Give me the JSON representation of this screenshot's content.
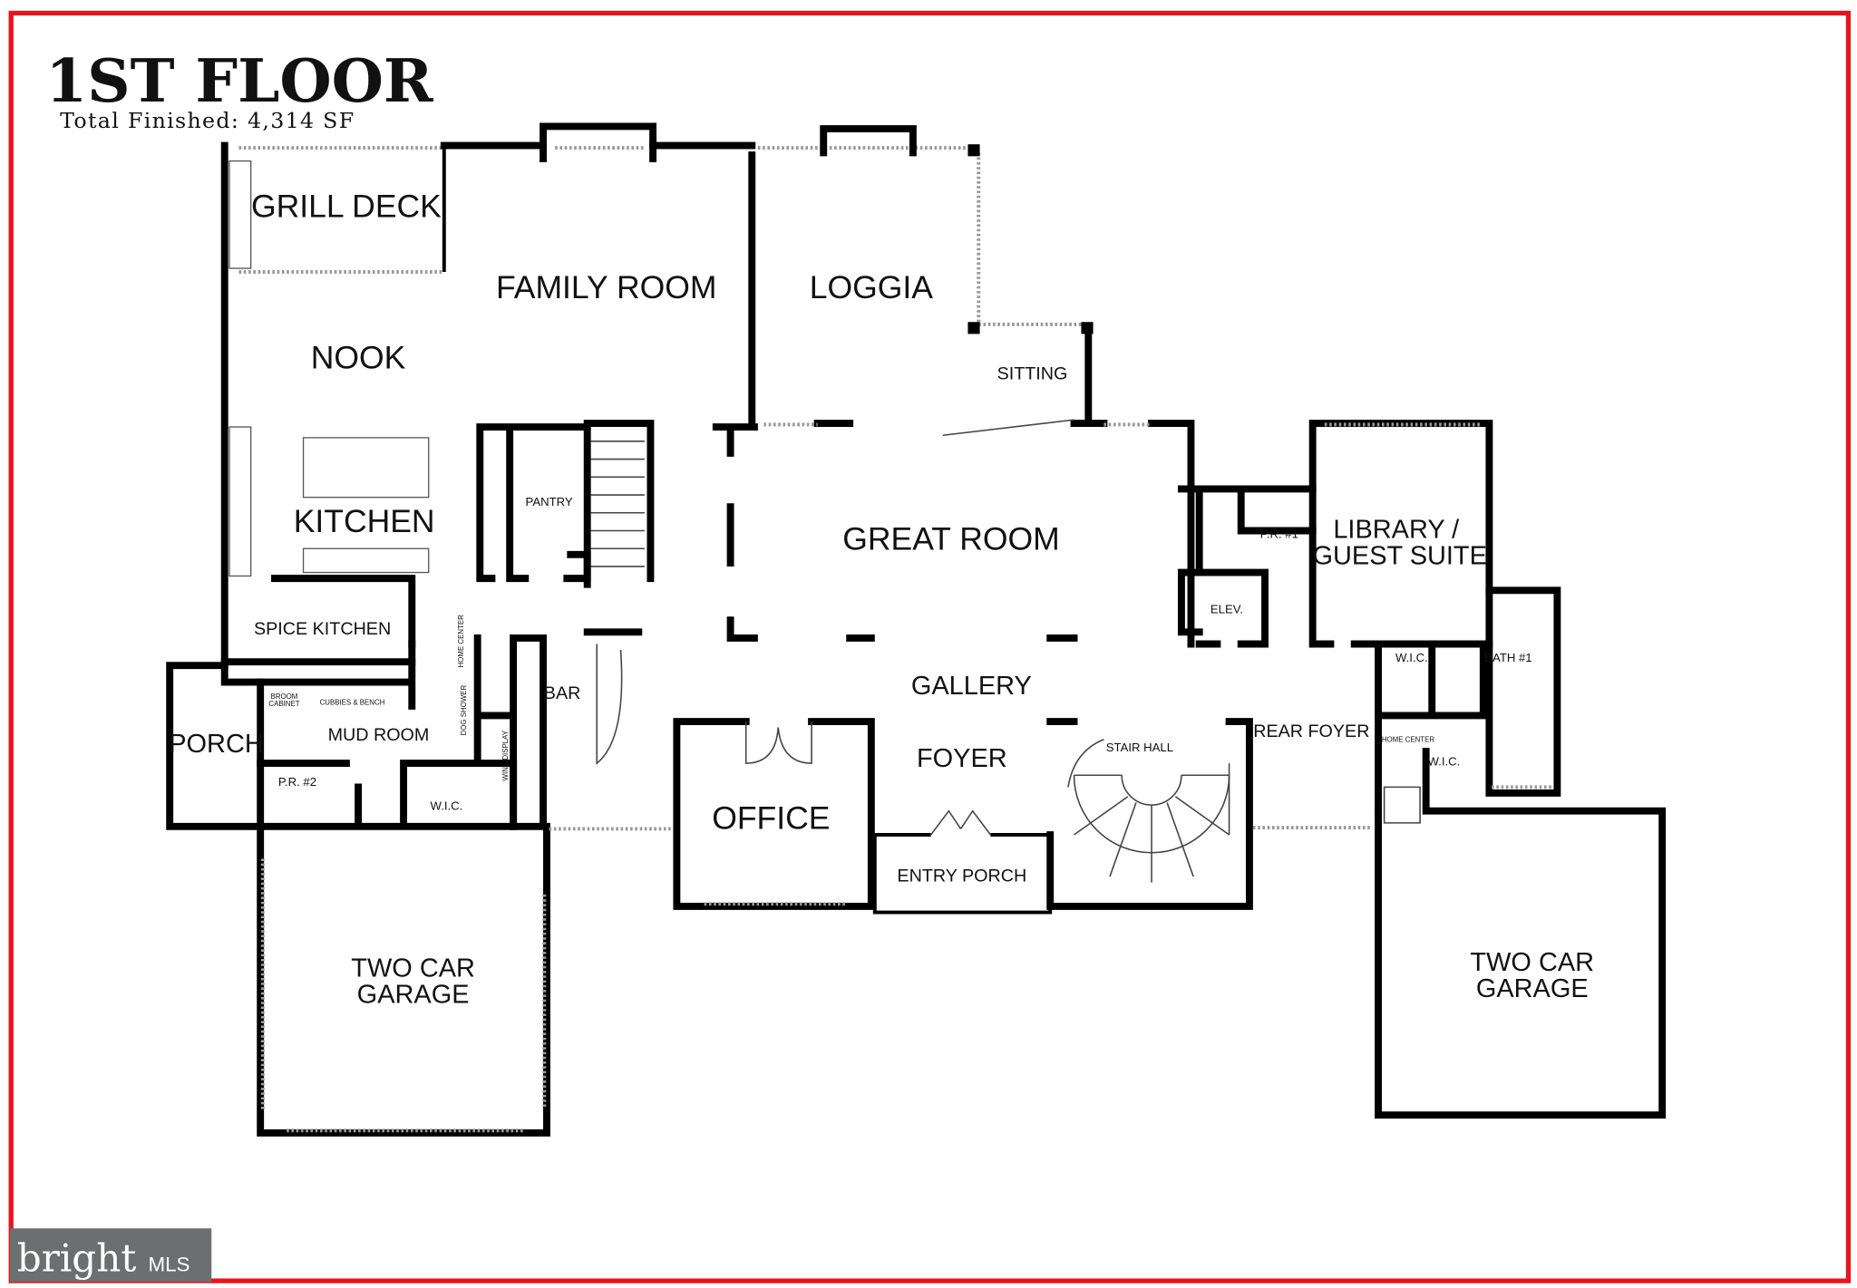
{
  "header": {
    "title": "1ST FLOOR",
    "subtitle": "Total Finished: 4,314 SF"
  },
  "rooms": [
    "GRILL DECK",
    "FAMILY ROOM",
    "LOGGIA",
    "NOOK",
    "SITTING",
    "KITCHEN",
    "PANTRY",
    "GREAT ROOM",
    "P.R. #1",
    "LIBRARY /",
    "GUEST SUITE",
    "ELEV.",
    "SPICE KITCHEN",
    "W.I.C.",
    "BATH #1",
    "GALLERY",
    "BAR",
    "PORCH",
    "MUD ROOM",
    "REAR FOYER",
    "FOYER",
    "STAIR HALL",
    "OFFICE",
    "P.R. #2",
    "W.I.C.",
    "W.I.C.",
    "ENTRY PORCH",
    "TWO CAR",
    "GARAGE",
    "TWO CAR",
    "GARAGE"
  ],
  "small_labels": [
    "BROOM",
    "CABINET",
    "CUBBIES & BENCH",
    "HOME CENTER",
    "DOG SHOWER",
    "WINE DISPLAY",
    "HOME CENTER"
  ],
  "logo": {
    "brand": "bright",
    "suffix": "MLS"
  },
  "colors": {
    "border": "#e8141c",
    "walls": "#000000",
    "logo_bg": "#6d6e70"
  }
}
